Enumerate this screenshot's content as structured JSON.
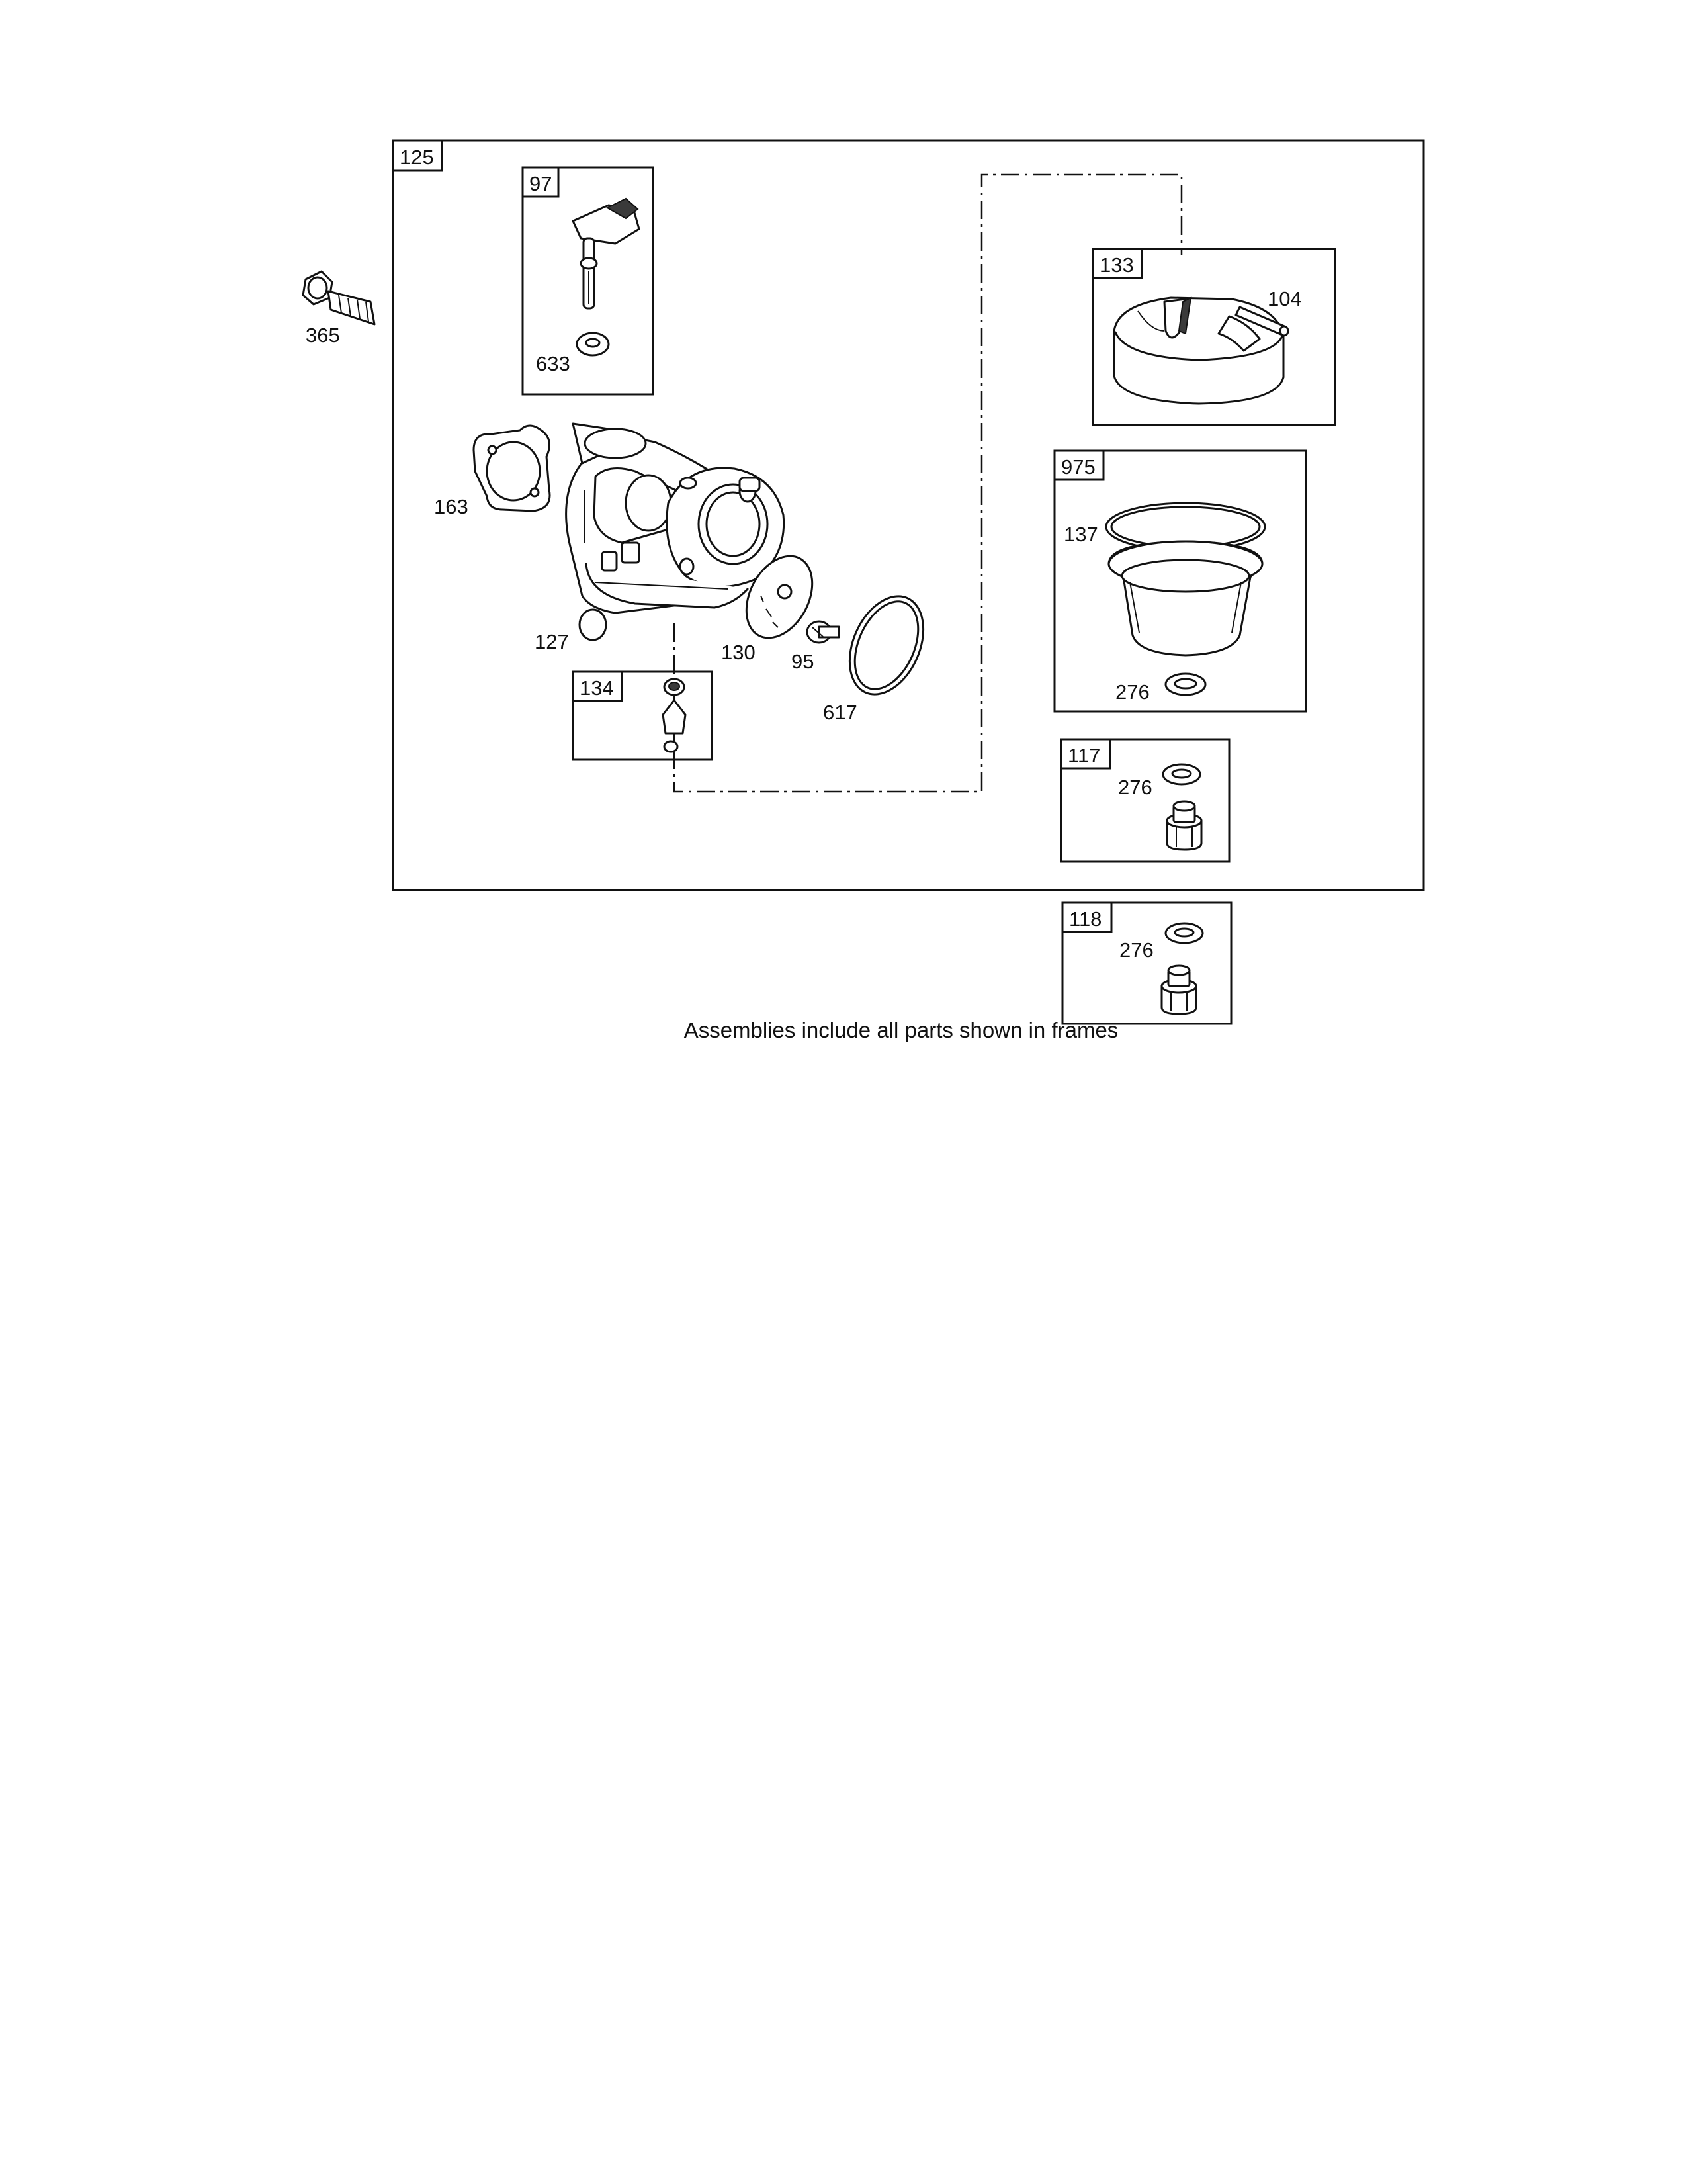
{
  "assemblies": {
    "main": {
      "tag": "125"
    },
    "lever": {
      "tag": "97",
      "parts": {
        "washer": "633"
      }
    },
    "float": {
      "tag": "133",
      "parts": {
        "pin": "104"
      }
    },
    "bowl": {
      "tag": "975",
      "parts": {
        "gasket": "137",
        "washer": "276"
      }
    },
    "needle": {
      "tag": "134"
    },
    "plug_a": {
      "tag": "117",
      "parts": {
        "washer": "276"
      }
    },
    "plug_b": {
      "tag": "118",
      "parts": {
        "washer": "276"
      }
    }
  },
  "loose_parts": {
    "bolt": "365",
    "mount_gasket": "163",
    "welch_plug": "127",
    "plate": "130",
    "jet": "95",
    "oring": "617"
  },
  "caption": "Assemblies include all parts shown in frames",
  "icons": [
    "bolt-icon",
    "carburetor-body-icon",
    "gasket-icon",
    "float-icon",
    "bowl-icon",
    "plug-icon",
    "washer-icon",
    "needle-icon",
    "pin-icon",
    "lever-icon"
  ]
}
